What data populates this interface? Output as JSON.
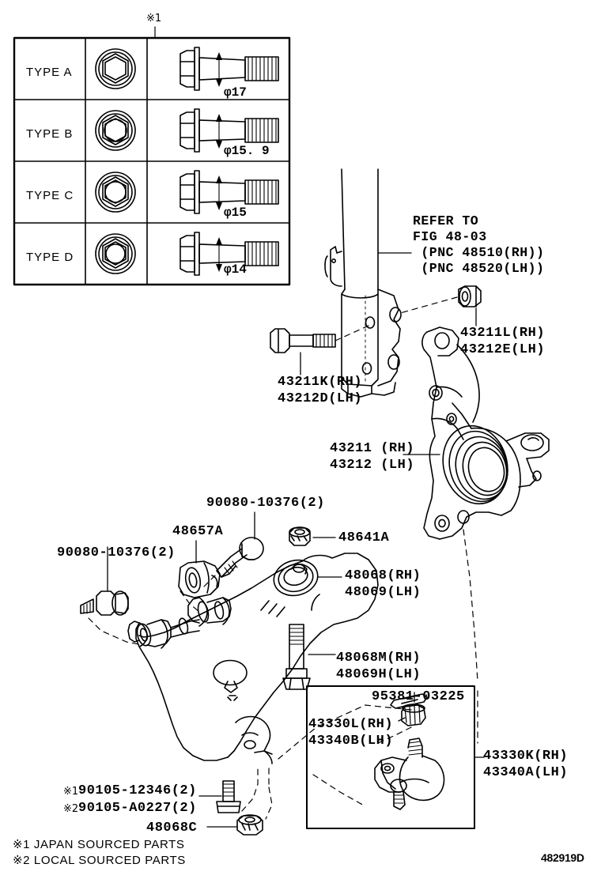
{
  "diagram": {
    "id_code": "482919D",
    "note_marker_top": "※1"
  },
  "type_table": {
    "rows": [
      {
        "type_label": "TYPE A",
        "diameter": "φ17"
      },
      {
        "type_label": "TYPE B",
        "diameter": "φ15. 9"
      },
      {
        "type_label": "TYPE C",
        "diameter": "φ15"
      },
      {
        "type_label": "TYPE D",
        "diameter": "φ14"
      }
    ]
  },
  "callouts": {
    "refer_to": "REFER TO\nFIG 48-03\n (PNC 48510(RH))\n (PNC 48520(LH))",
    "knuckle_nut": "43211L(RH)\n43212E(LH)",
    "knuckle_bolt": "43211K(RH)\n43212D(LH)",
    "steering_knuckle": "43211 (RH)\n43212 (LH)",
    "bolt_90080_upper": "90080-10376(2)",
    "bolt_90080_left": "90080-10376(2)",
    "bushing_48657A": "48657A",
    "nut_48641A": "48641A",
    "lower_arm": "48068(RH)\n48069(LH)",
    "arm_bolt": "48068M(RH)\n48069H(LH)",
    "cotter_pin": "95381-03225",
    "ball_joint_boot": "43330L(RH)\n43340B(LH)",
    "ball_joint": "43330K(RH)\n43340A(LH)",
    "bolt_90105_jp": "90105-12346(2)",
    "bolt_90105_local": "90105-A0227(2)",
    "nut_48068C": "48068C",
    "mark_jp": "※1",
    "mark_local": "※2"
  },
  "footnotes": [
    "※1 JAPAN SOURCED PARTS",
    "※2 LOCAL SOURCED PARTS"
  ]
}
